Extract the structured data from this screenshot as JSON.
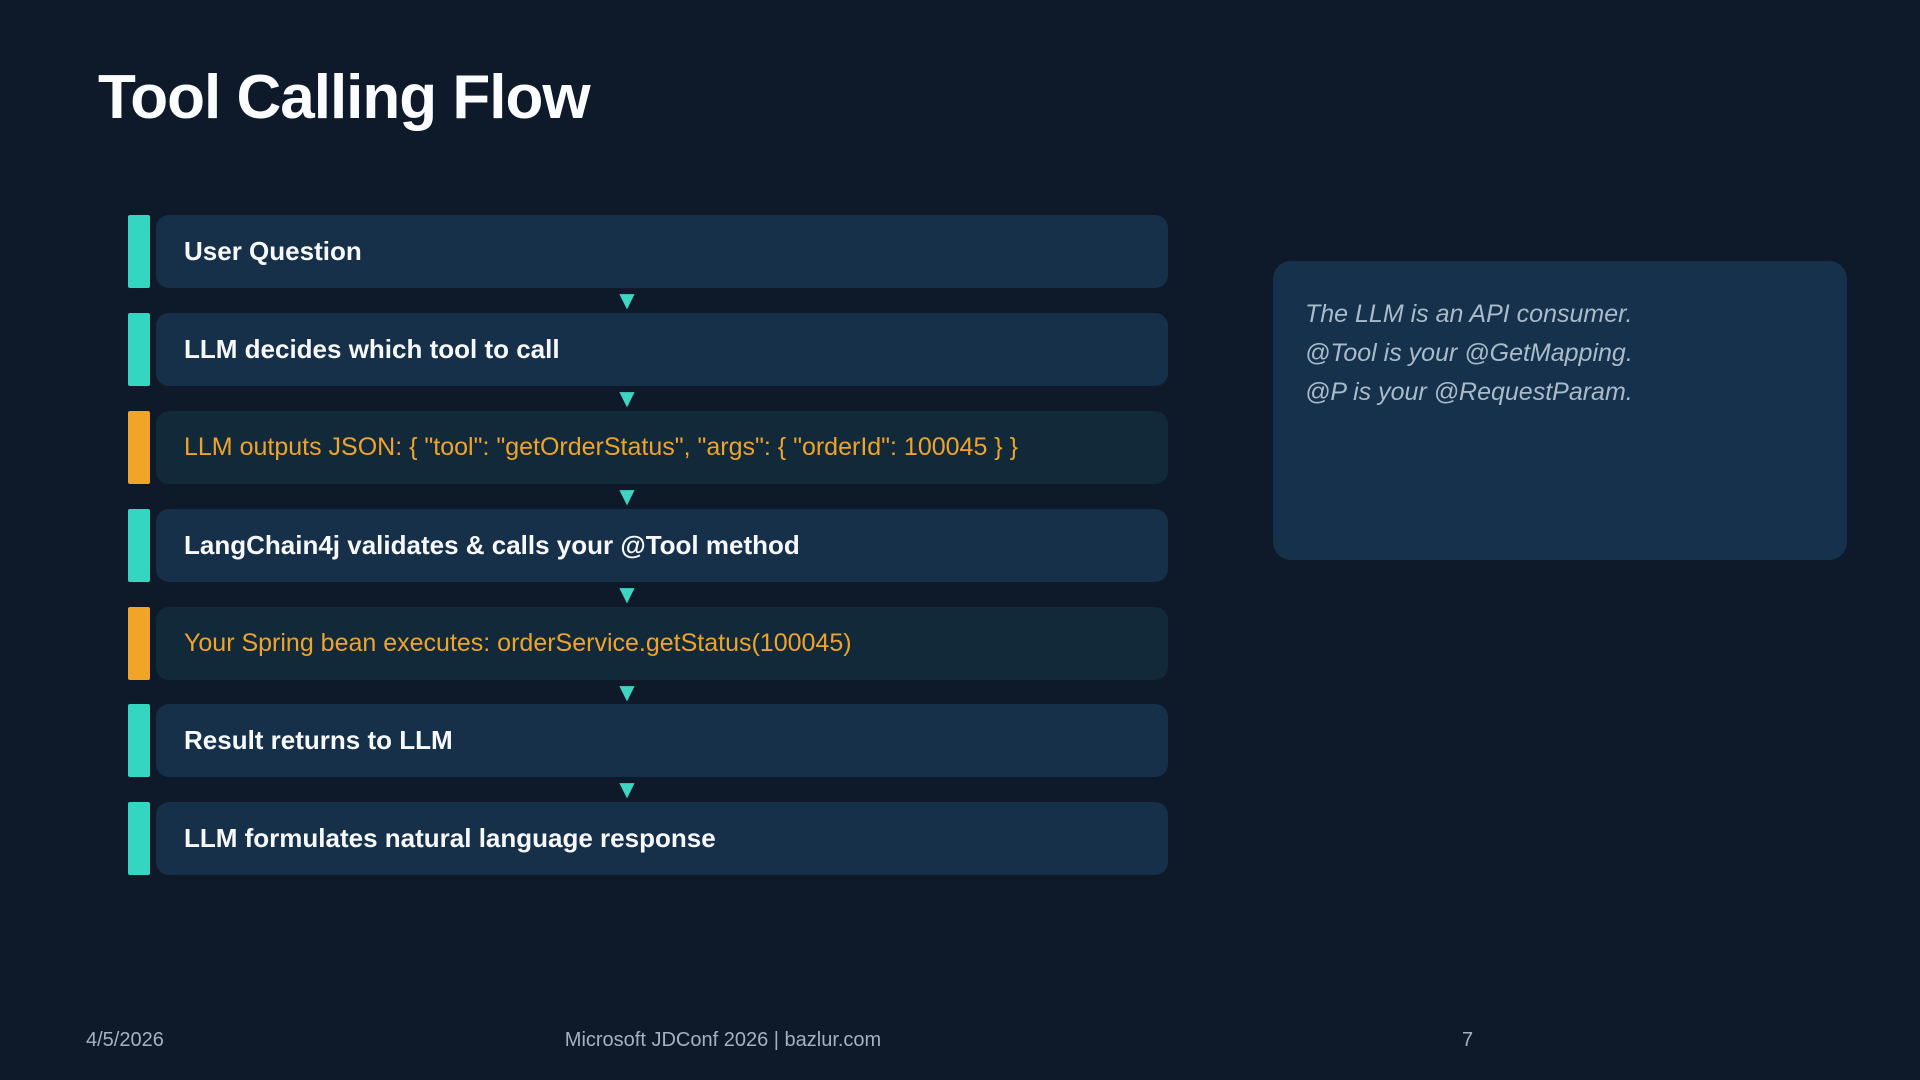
{
  "slide": {
    "title": "Tool Calling Flow",
    "arrow_glyph": "▼",
    "flow_steps": [
      {
        "label": "User Question",
        "type": "normal",
        "accent": "teal"
      },
      {
        "label": "LLM decides which tool to call",
        "type": "normal",
        "accent": "teal"
      },
      {
        "label": "LLM outputs JSON: { \"tool\": \"getOrderStatus\", \"args\": { \"orderId\": 100045 } }",
        "type": "code",
        "accent": "orange"
      },
      {
        "label": "LangChain4j validates & calls your @Tool method",
        "type": "normal",
        "accent": "teal"
      },
      {
        "label": "Your Spring bean executes: orderService.getStatus(100045)",
        "type": "code",
        "accent": "orange"
      },
      {
        "label": "Result returns to LLM",
        "type": "normal",
        "accent": "teal"
      },
      {
        "label": "LLM formulates natural language response",
        "type": "normal",
        "accent": "teal"
      }
    ],
    "callout": {
      "lines": [
        "The LLM is an API consumer.",
        "@Tool is your @GetMapping.",
        "@P is your @RequestParam."
      ]
    },
    "footer": {
      "date": "4/5/2026",
      "center": "Microsoft JDConf 2026 | bazlur.com",
      "page_number": "7"
    },
    "colors": {
      "background": "#0e1a2a",
      "box_fill": "#16304a",
      "code_box_fill": "#112939",
      "teal_accent": "#35d6c1",
      "orange_accent": "#f0a428",
      "orange_text": "#efa32b",
      "triangle": "#3fd4c4",
      "callout_fill": "#16314b",
      "callout_text": "#a9bbca",
      "footer_text": "#a4b1bf"
    }
  }
}
